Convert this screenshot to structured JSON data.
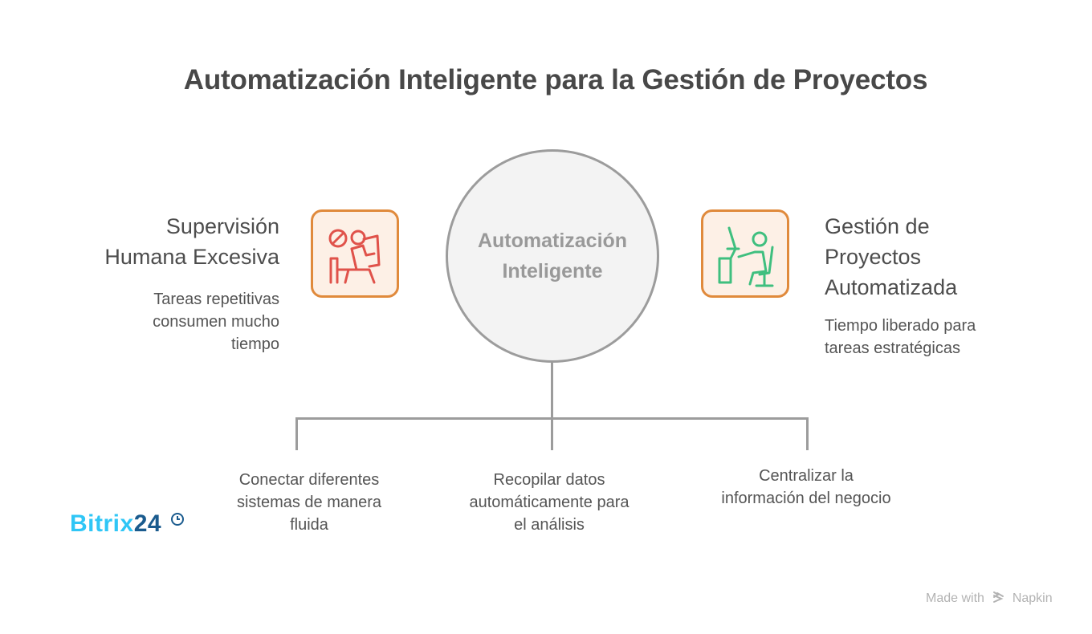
{
  "title": "Automatización Inteligente para la Gestión de Proyectos",
  "center": {
    "line1": "Automatización",
    "line2": "Inteligente"
  },
  "left": {
    "title_line1": "Supervisión",
    "title_line2": "Humana Excesiva",
    "desc_line1": "Tareas repetitivas",
    "desc_line2": "consumen mucho",
    "desc_line3": "tiempo",
    "icon": "overwhelmed-worker-icon",
    "icon_color": "#e0524a"
  },
  "right": {
    "title_line1": "Gestión de",
    "title_line2": "Proyectos",
    "title_line3": "Automatizada",
    "desc_line1": "Tiempo liberado para",
    "desc_line2": "tareas estratégicas",
    "icon": "relaxed-worker-icon",
    "icon_color": "#3fbf7f"
  },
  "branches": [
    {
      "line1": "Conectar diferentes",
      "line2": "sistemas de manera",
      "line3": "fluida"
    },
    {
      "line1": "Recopilar datos",
      "line2": "automáticamente para",
      "line3": "el análisis"
    },
    {
      "line1": "Centralizar la",
      "line2": "información del negocio"
    }
  ],
  "logo": {
    "part1": "Bitrix",
    "part2": "24",
    "icon": "clock-icon"
  },
  "footer": {
    "made_with": "Made with",
    "brand": "Napkin"
  },
  "colors": {
    "accent_border": "#e08a3c",
    "icon_bg": "#fdf0e6",
    "connector": "#9c9c9c",
    "logo_light": "#2fc6f6",
    "logo_dark": "#1a5b8e"
  }
}
